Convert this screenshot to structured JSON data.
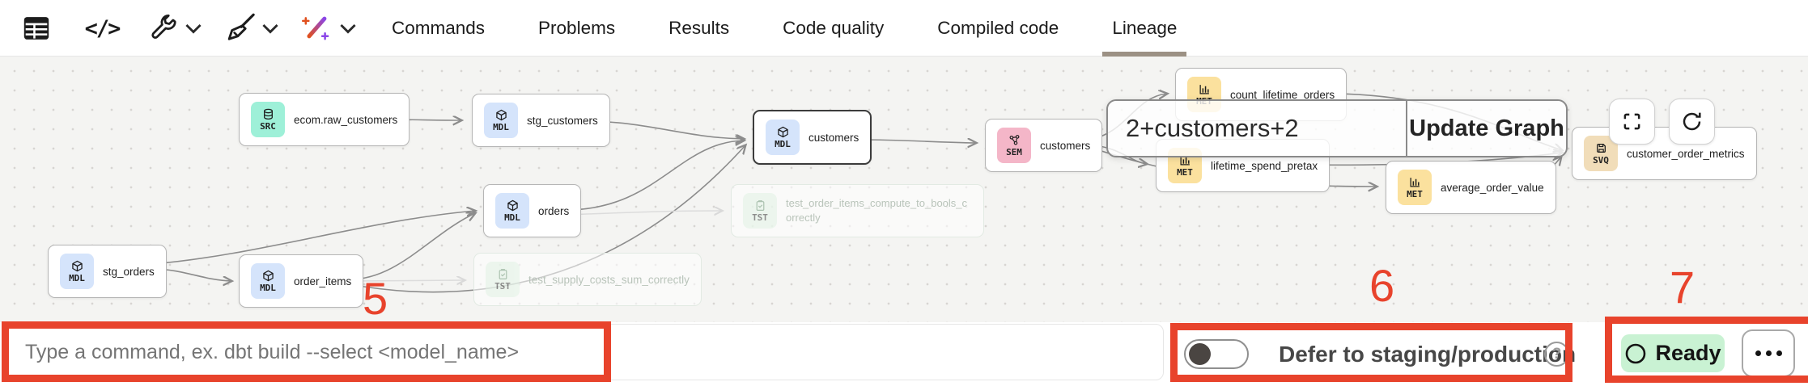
{
  "toolbar": {
    "icons": [
      "table-icon",
      "code-icon",
      "wrench-icon",
      "broom-icon",
      "magic-wand-icon"
    ],
    "code_glyph": "</>"
  },
  "tabs": {
    "items": [
      {
        "label": "Commands"
      },
      {
        "label": "Problems"
      },
      {
        "label": "Results"
      },
      {
        "label": "Code quality"
      },
      {
        "label": "Compiled code"
      },
      {
        "label": "Lineage"
      }
    ],
    "active": "Lineage"
  },
  "graph": {
    "selector": {
      "value": "2+customers+2",
      "update_button": "Update Graph"
    },
    "controls": [
      "fullscreen-icon",
      "refresh-icon"
    ],
    "nodes": [
      {
        "badge": "SRC",
        "label": "ecom.raw_customers"
      },
      {
        "badge": "MDL",
        "label": "stg_customers"
      },
      {
        "badge": "MDL",
        "label": "customers",
        "selected": true
      },
      {
        "badge": "SEM",
        "label": "customers"
      },
      {
        "badge": "MET",
        "label": "count_lifetime_orders"
      },
      {
        "badge": "MET",
        "label": "lifetime_spend_pretax"
      },
      {
        "badge": "MET",
        "label": "average_order_value"
      },
      {
        "badge": "SVQ",
        "label": "customer_order_metrics"
      },
      {
        "badge": "MDL",
        "label": "stg_orders"
      },
      {
        "badge": "MDL",
        "label": "order_items"
      },
      {
        "badge": "MDL",
        "label": "orders"
      },
      {
        "badge": "TST",
        "label": "test_order_items_compute_to_bools_correctly",
        "muted": true
      },
      {
        "badge": "TST",
        "label": "test_supply_costs_sum_correctly",
        "muted": true
      }
    ]
  },
  "statusbar": {
    "command_placeholder": "Type a command, ex. dbt build --select <model_name>",
    "defer_toggle": {
      "label": "Defer to staging/production",
      "state": "off"
    },
    "help_glyph": "?",
    "ready": {
      "label": "Ready",
      "status_color": "#c9f2d3"
    }
  },
  "annotations": {
    "n5": "5",
    "n6": "6",
    "n7": "7",
    "highlight_color": "#e8432c"
  },
  "colors": {
    "badge_src": "#9ef0d8",
    "badge_mdl": "#d5e4fb",
    "badge_sem": "#f4b6c8",
    "badge_met": "#fbe19e",
    "badge_svq": "#f1ddb9",
    "badge_tst": "#dff2e3",
    "canvas_bg": "#f4f4f2",
    "active_tab_underline": "#9c9184"
  }
}
